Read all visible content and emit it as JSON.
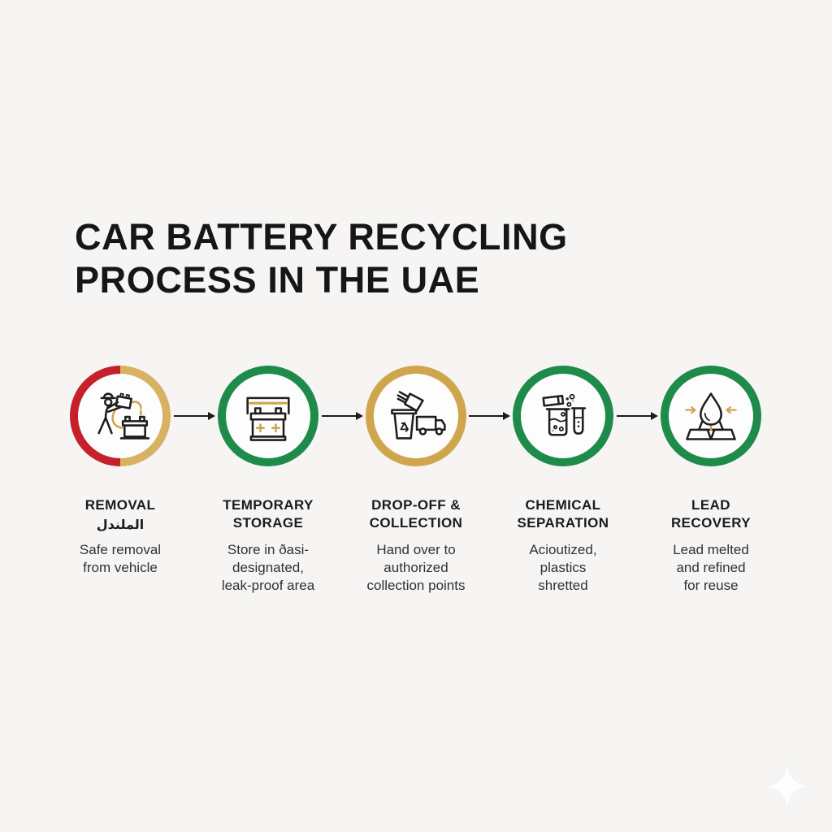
{
  "page": {
    "background": "#f6f5f4"
  },
  "title": "CAR BATTERY RECYCLING\nPROCESS IN THE UAE",
  "colors": {
    "red": "#c6202a",
    "gold": "#cfa54e",
    "gold_light": "#d8b262",
    "green": "#1e8b4a",
    "ink": "#1e1e1e",
    "heading_text": "#1b1b1b",
    "body_text": "#313131"
  },
  "steps": [
    {
      "heading": "REMOVAL",
      "heading_ar": "الملندل",
      "description": "Safe removal\nfrom vehicle",
      "ring": "red-gold",
      "icon": "worker-removing-battery-icon"
    },
    {
      "heading": "TEMPORARY\nSTORAGE",
      "description": "Store in ðasi-\ndesignated,\nleak-proof area",
      "ring": "green",
      "icon": "battery-on-shelf-icon"
    },
    {
      "heading": "DROP-OFF &\nCOLLECTION",
      "description": "Hand over to\nauthorized\ncollection points",
      "ring": "gold",
      "icon": "recycle-bin-and-truck-icon"
    },
    {
      "heading": "CHEMICAL\nSEPARATION",
      "description": "Acioutized,\nplastics\nshretted",
      "ring": "green",
      "icon": "beaker-and-test-tube-icon"
    },
    {
      "heading": "LEAD\nRECOVERY",
      "description": "Lead melted\nand refined\nfor reuse",
      "ring": "green",
      "icon": "lead-ingots-droplet-icon"
    }
  ],
  "connectors": [
    "arrow-right",
    "arrow-right",
    "arrow-right",
    "arrow-right"
  ],
  "decoration": {
    "bottom_right": "sparkle-icon"
  }
}
